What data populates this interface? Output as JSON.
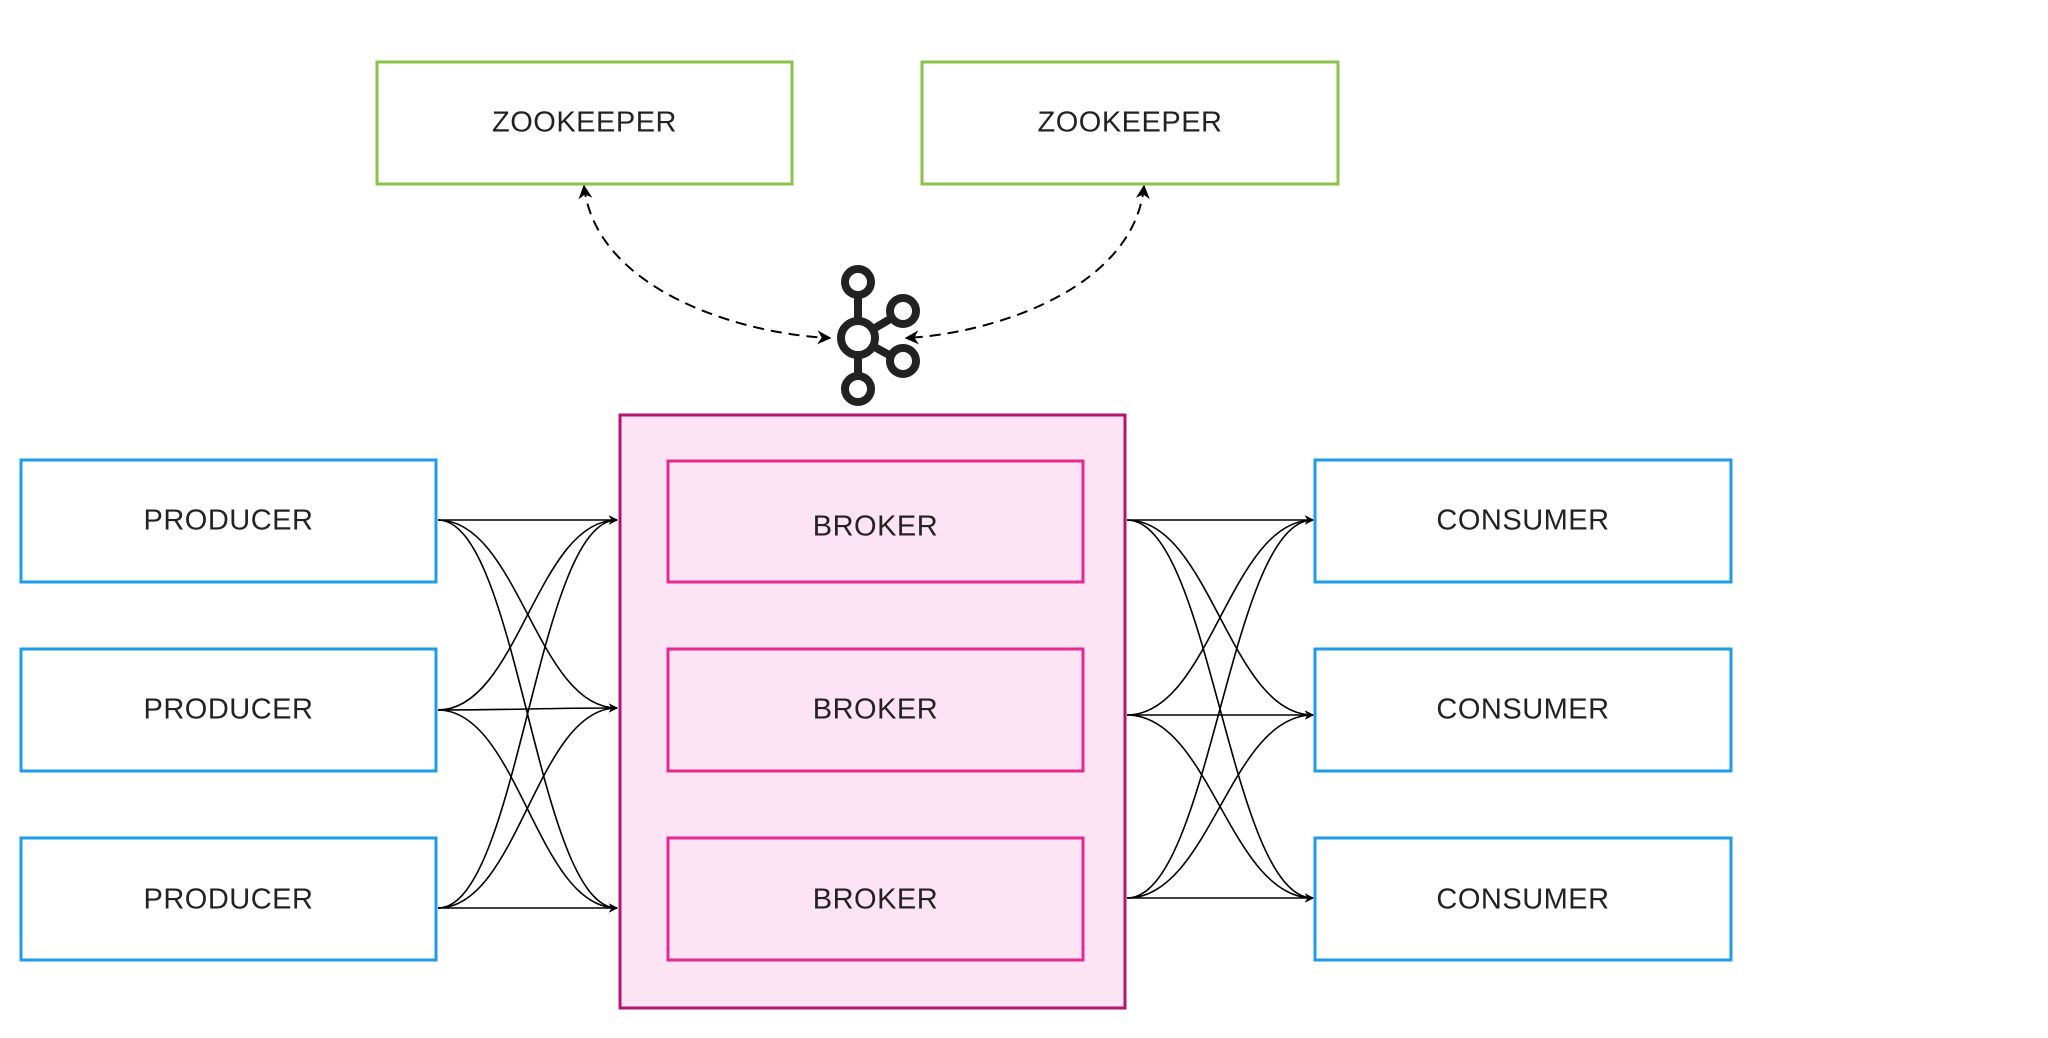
{
  "colors": {
    "zookeeper_border": "#8bc34a",
    "producer_border": "#1e9be9",
    "consumer_border": "#1e9be9",
    "broker_border": "#e6298f",
    "cluster_border": "#b3166d",
    "cluster_fill": "#fde4f4",
    "broker_fill": "#fde4f4",
    "connector": "#000000",
    "logo": "#222222"
  },
  "zookeepers": [
    {
      "label": "ZOOKEEPER"
    },
    {
      "label": "ZOOKEEPER"
    }
  ],
  "producers": [
    {
      "label": "PRODUCER"
    },
    {
      "label": "PRODUCER"
    },
    {
      "label": "PRODUCER"
    }
  ],
  "brokers": [
    {
      "label": "BROKER"
    },
    {
      "label": "BROKER"
    },
    {
      "label": "BROKER"
    }
  ],
  "consumers": [
    {
      "label": "CONSUMER"
    },
    {
      "label": "CONSUMER"
    },
    {
      "label": "CONSUMER"
    }
  ],
  "cluster": {
    "logo_icon": "kafka-logo-icon"
  }
}
